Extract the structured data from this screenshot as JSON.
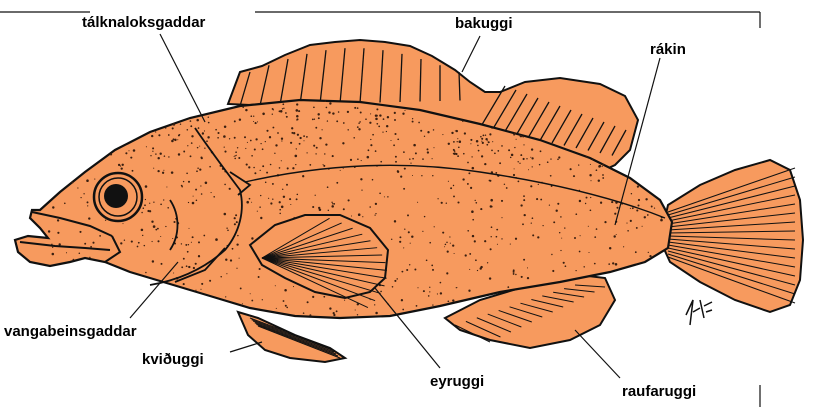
{
  "colors": {
    "fish_body": "#F79A5E",
    "outline": "#111111",
    "speckle": "#3a1f10",
    "background": "#ffffff"
  },
  "labels": {
    "gill_spines": "tálknaloksgaddar",
    "dorsal_fin": "bakuggi",
    "lateral_line": "rákin",
    "cheek_spines": "vangabeinsgaddar",
    "pelvic_fin": "kviðuggi",
    "pectoral_fin": "eyruggi",
    "anal_fin": "raufaruggi"
  },
  "signature": "HF"
}
